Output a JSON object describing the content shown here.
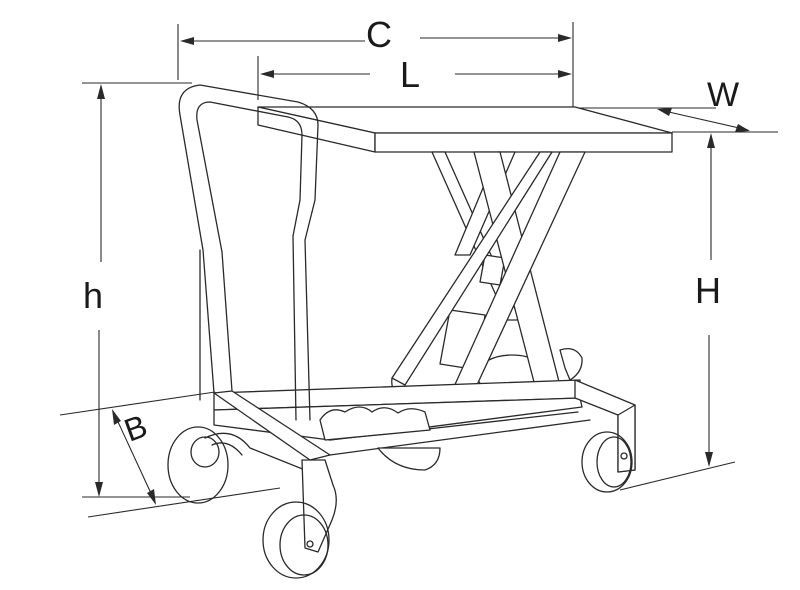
{
  "diagram": {
    "subject": "Hydraulic scissor lift table trolley - dimension drawing",
    "style": {
      "line_color": "#2a2a2a",
      "background": "#ffffff"
    },
    "dimension_labels": {
      "C": "C",
      "L": "L",
      "W": "W",
      "h": "h",
      "H": "H",
      "B": "B"
    },
    "dimension_meaning": {
      "C": "overall length",
      "L": "platform length",
      "W": "platform width",
      "h": "handle height",
      "H": "max platform height",
      "B": "base width"
    }
  }
}
